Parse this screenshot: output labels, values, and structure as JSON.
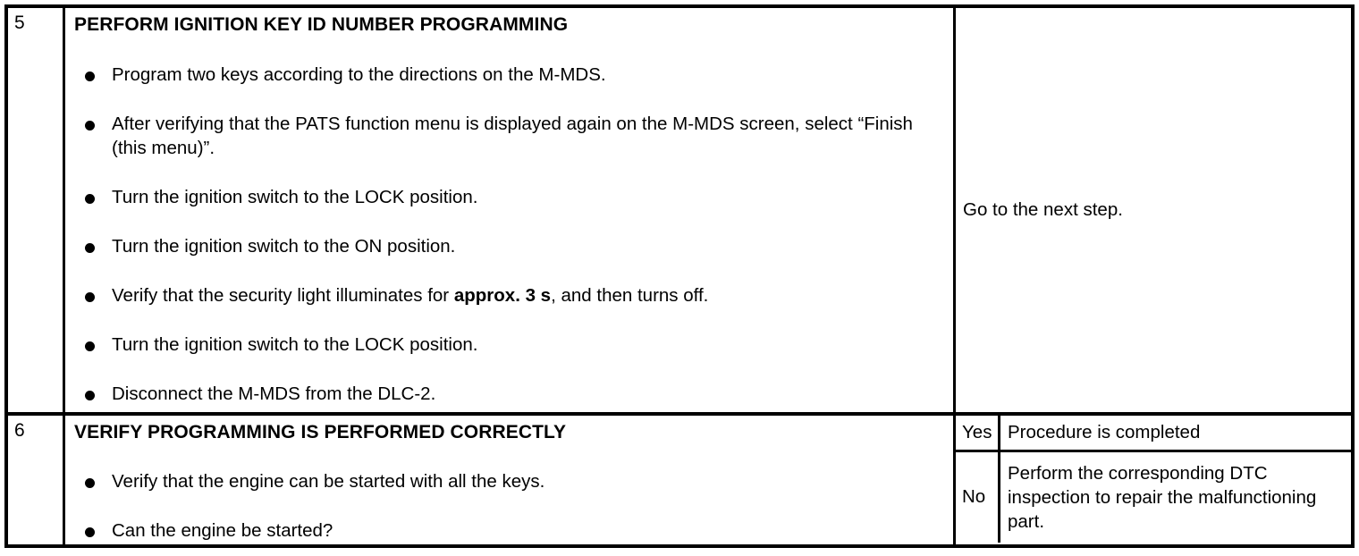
{
  "table": {
    "rows": [
      {
        "step_number": "5",
        "title": "PERFORM IGNITION KEY ID NUMBER PROGRAMMING",
        "bullets": [
          {
            "text": "Program two keys according to the directions on the M-MDS."
          },
          {
            "text": "After verifying that the PATS function menu is displayed again on the M-MDS screen, select “Finish (this menu)”."
          },
          {
            "text": "Turn the ignition switch to the LOCK position."
          },
          {
            "text": "Turn the ignition switch to the ON position."
          },
          {
            "prefix": "Verify that the security light illuminates for ",
            "bold": "approx. 3 s",
            "suffix": ", and then turns off."
          },
          {
            "text": "Turn the ignition switch to the LOCK position."
          },
          {
            "text": "Disconnect the M-MDS from the DLC-2."
          }
        ],
        "result_single": "Go to the next step."
      },
      {
        "step_number": "6",
        "title": "VERIFY PROGRAMMING IS PERFORMED CORRECTLY",
        "bullets": [
          {
            "text": "Verify that the engine can be started with all the keys."
          },
          {
            "text": "Can the engine be started?"
          }
        ],
        "results": [
          {
            "answer": "Yes",
            "outcome": "Procedure is completed"
          },
          {
            "answer": "No",
            "outcome": "Perform the corresponding DTC inspection to repair the malfunctioning part."
          }
        ]
      }
    ]
  },
  "colors": {
    "text": "#000000",
    "background": "#ffffff",
    "border": "#000000"
  }
}
